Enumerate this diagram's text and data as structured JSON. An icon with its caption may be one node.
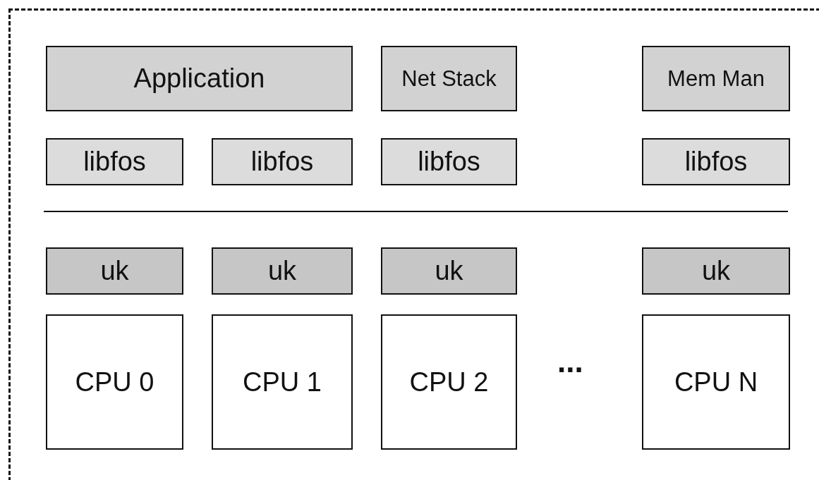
{
  "diagram": {
    "nodes": [
      {
        "text": [],
        "shape": "box"
      },
      {
        "text": [
          "Application"
        ],
        "in": 0
      },
      {
        "text": [
          "Net Stack"
        ],
        "in": 0
      },
      {
        "text": [
          "Mem Man"
        ],
        "in": 0
      },
      {
        "text": [
          "libfos"
        ],
        "in": 0
      },
      {
        "text": [
          "libfos"
        ],
        "in": 0
      },
      {
        "text": [
          "libfos"
        ],
        "in": 0
      },
      {
        "text": [
          "libfos"
        ],
        "in": 0
      },
      {
        "text": [
          "uk"
        ],
        "in": 0
      },
      {
        "text": [
          "uk"
        ],
        "in": 0
      },
      {
        "text": [
          "uk"
        ],
        "in": 0
      },
      {
        "text": [
          "uk"
        ],
        "in": 0
      },
      {
        "text": [
          "CPU 0"
        ],
        "in": 0
      },
      {
        "text": [
          "CPU 1"
        ],
        "in": 0
      },
      {
        "text": [
          "CPU 2"
        ],
        "in": 0
      },
      {
        "text": [
          "CPU N"
        ],
        "in": 0
      }
    ],
    "edges": [],
    "labels": [
      "..."
    ]
  }
}
